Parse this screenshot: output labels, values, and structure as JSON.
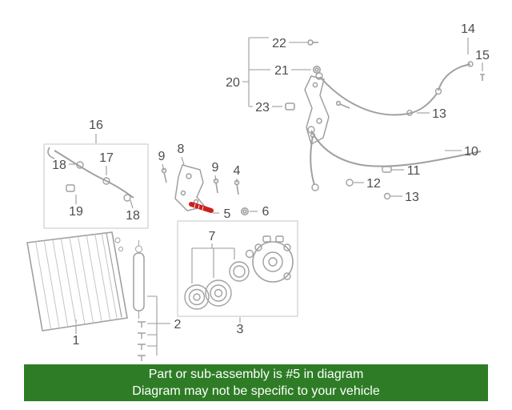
{
  "banner": {
    "line1": "Part or sub-assembly is #5 in diagram",
    "line2": "Diagram may not be specific to your vehicle",
    "background_color": "#2e7d26",
    "text_color": "#ffffff"
  },
  "diagram": {
    "type": "auto-parts-exploded-diagram",
    "highlighted_part": "5",
    "highlight_color": "#cc1f1a",
    "line_color": "#9a9a9a",
    "label_color": "#4d4d4d",
    "labels": [
      {
        "text": "22"
      },
      {
        "text": "21"
      },
      {
        "text": "20"
      },
      {
        "text": "23"
      },
      {
        "text": "14"
      },
      {
        "text": "15"
      },
      {
        "text": "13"
      },
      {
        "text": "10"
      },
      {
        "text": "11"
      },
      {
        "text": "12"
      },
      {
        "text": "13"
      },
      {
        "text": "16"
      },
      {
        "text": "18"
      },
      {
        "text": "17"
      },
      {
        "text": "19"
      },
      {
        "text": "18"
      },
      {
        "text": "8"
      },
      {
        "text": "9"
      },
      {
        "text": "9"
      },
      {
        "text": "4"
      },
      {
        "text": "5"
      },
      {
        "text": "6"
      },
      {
        "text": "7"
      },
      {
        "text": "2"
      },
      {
        "text": "3"
      },
      {
        "text": "1"
      }
    ]
  }
}
